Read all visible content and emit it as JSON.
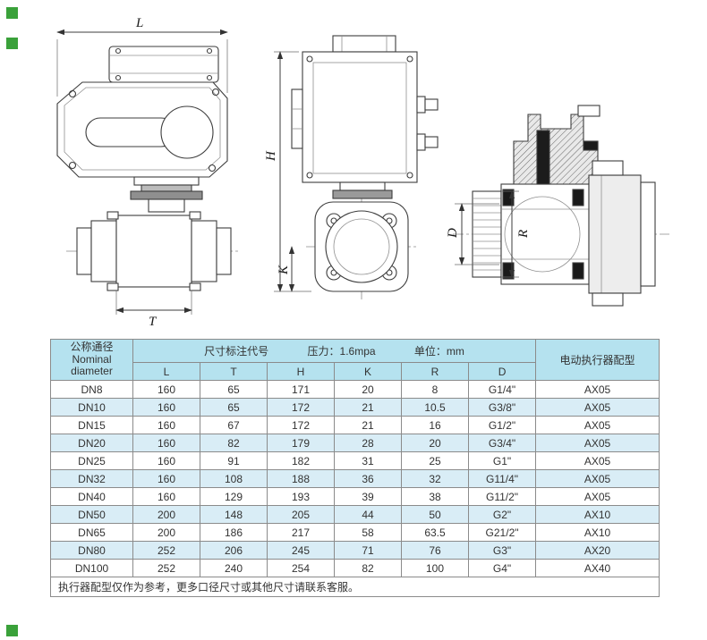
{
  "colors": {
    "header_bg": "#b5e2ef",
    "row_alt_bg": "#d9edf6",
    "table_border": "#8b8b8b",
    "marker_green": "#3aa13a"
  },
  "drawing": {
    "labels": {
      "L": "L",
      "T": "T",
      "H": "H",
      "K": "K",
      "D": "D",
      "R": "R"
    }
  },
  "table": {
    "header": {
      "nominal_zh": "公称通径",
      "nominal_en1": "Nominal",
      "nominal_en2": "diameter",
      "dims_title": "尺寸标注代号",
      "pressure": "压力：1.6mpa",
      "unit": "单位：mm",
      "actuator_col": "电动执行器配型",
      "dim_cols": [
        "L",
        "T",
        "H",
        "K",
        "R",
        "D"
      ]
    },
    "rows": [
      {
        "dn": "DN8",
        "l": "160",
        "t": "65",
        "h": "171",
        "k": "20",
        "r": "8",
        "d": "G1/4\"",
        "act": "AX05"
      },
      {
        "dn": "DN10",
        "l": "160",
        "t": "65",
        "h": "172",
        "k": "21",
        "r": "10.5",
        "d": "G3/8\"",
        "act": "AX05"
      },
      {
        "dn": "DN15",
        "l": "160",
        "t": "67",
        "h": "172",
        "k": "21",
        "r": "16",
        "d": "G1/2\"",
        "act": "AX05"
      },
      {
        "dn": "DN20",
        "l": "160",
        "t": "82",
        "h": "179",
        "k": "28",
        "r": "20",
        "d": "G3/4\"",
        "act": "AX05"
      },
      {
        "dn": "DN25",
        "l": "160",
        "t": "91",
        "h": "182",
        "k": "31",
        "r": "25",
        "d": "G1\"",
        "act": "AX05"
      },
      {
        "dn": "DN32",
        "l": "160",
        "t": "108",
        "h": "188",
        "k": "36",
        "r": "32",
        "d": "G11/4\"",
        "act": "AX05"
      },
      {
        "dn": "DN40",
        "l": "160",
        "t": "129",
        "h": "193",
        "k": "39",
        "r": "38",
        "d": "G11/2\"",
        "act": "AX05"
      },
      {
        "dn": "DN50",
        "l": "200",
        "t": "148",
        "h": "205",
        "k": "44",
        "r": "50",
        "d": "G2\"",
        "act": "AX10"
      },
      {
        "dn": "DN65",
        "l": "200",
        "t": "186",
        "h": "217",
        "k": "58",
        "r": "63.5",
        "d": "G21/2\"",
        "act": "AX10"
      },
      {
        "dn": "DN80",
        "l": "252",
        "t": "206",
        "h": "245",
        "k": "71",
        "r": "76",
        "d": "G3\"",
        "act": "AX20"
      },
      {
        "dn": "DN100",
        "l": "252",
        "t": "240",
        "h": "254",
        "k": "82",
        "r": "100",
        "d": "G4\"",
        "act": "AX40"
      }
    ],
    "footer": "执行器配型仅作为参考，更多口径尺寸或其他尺寸请联系客服。"
  }
}
